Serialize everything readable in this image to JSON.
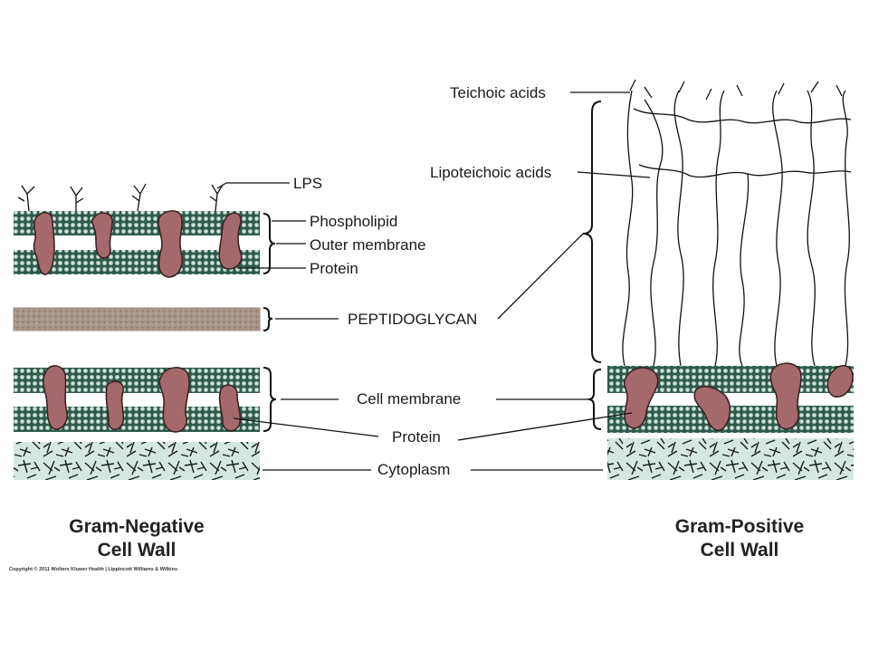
{
  "labels": {
    "lps": "LPS",
    "phospholipid": "Phospholipid",
    "outer_membrane": "Outer membrane",
    "protein_outer": "Protein",
    "peptidoglycan": "PEPTIDOGLYCAN",
    "cell_membrane": "Cell membrane",
    "protein_inner": "Protein",
    "cytoplasm": "Cytoplasm",
    "teichoic_acids": "Teichoic acids",
    "lipoteichoic_acids": "Lipoteichoic acids"
  },
  "captions": {
    "gram_negative_line1": "Gram-Negative",
    "gram_negative_line2": "Cell Wall",
    "gram_positive_line1": "Gram-Positive",
    "gram_positive_line2": "Cell Wall"
  },
  "copyright": "Copyright © 2011 Wolters Kluwer Health | Lippincott Williams & Wilkins",
  "colors": {
    "membrane_green": "#2f5b4c",
    "protein_mauve": "#a5696d",
    "peptidoglycan_tan": "#a8968a",
    "cytoplasm_green": "#d6e7e1"
  }
}
